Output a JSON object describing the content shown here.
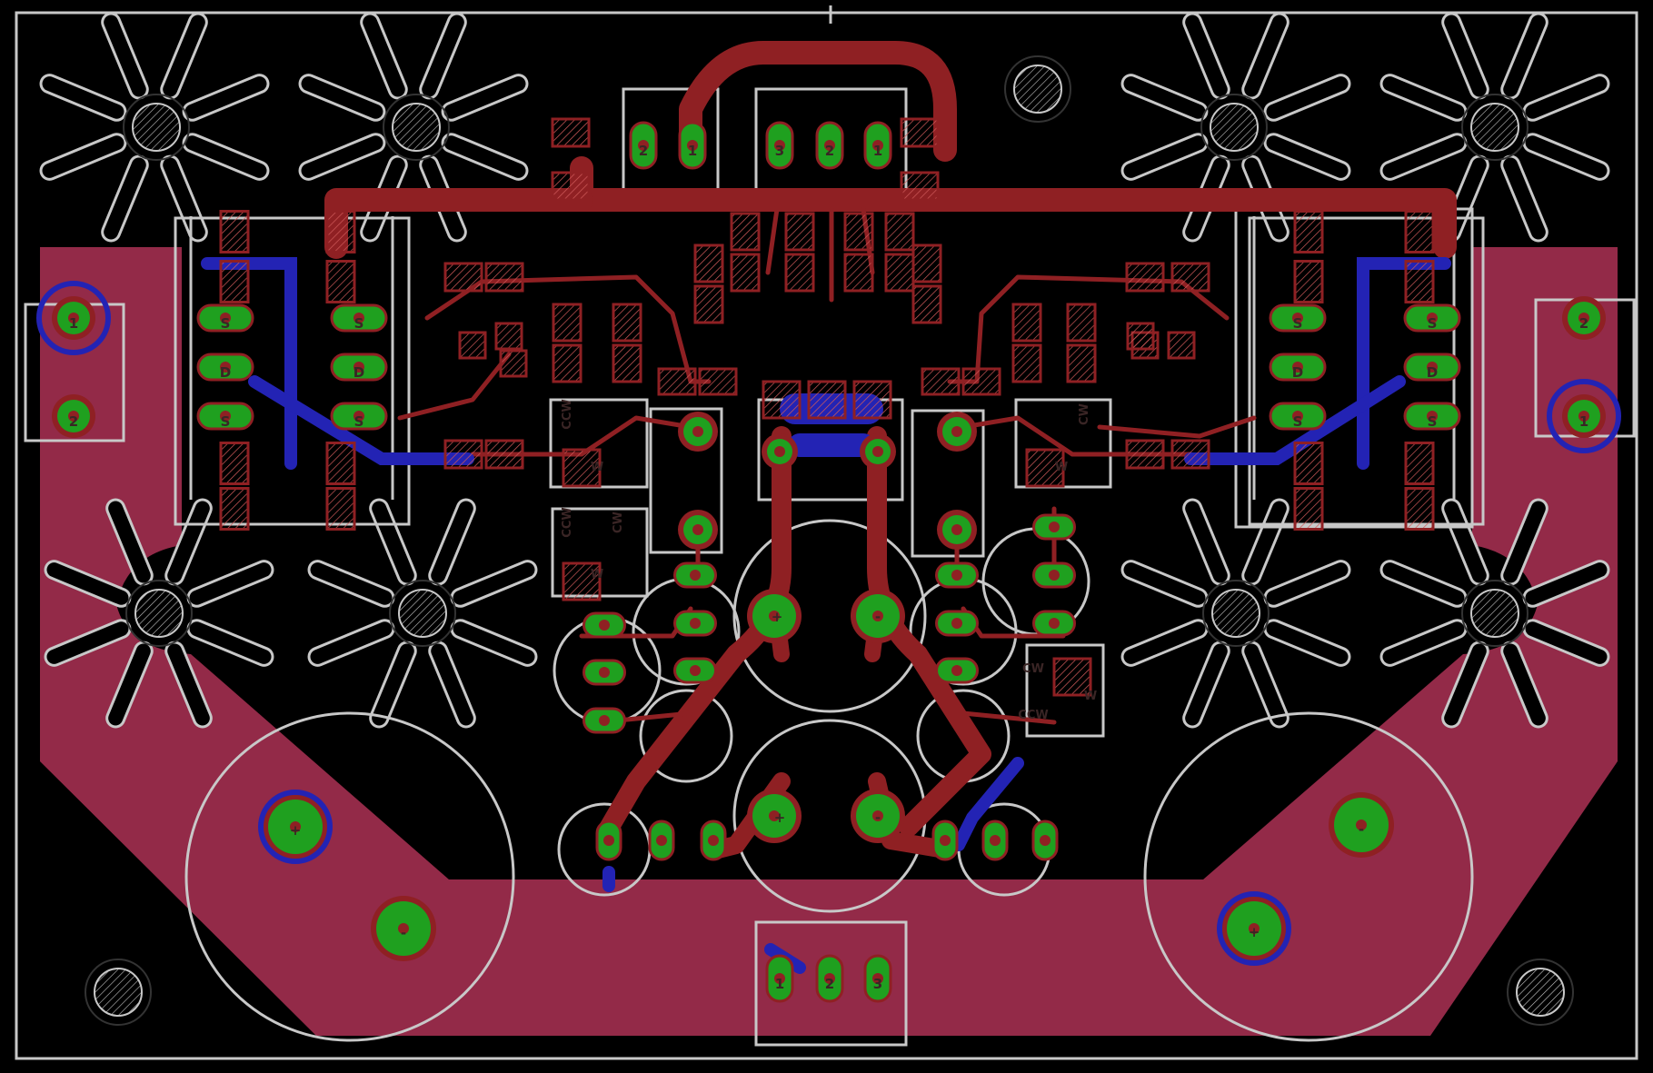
{
  "view": {
    "background": "#000000",
    "board_outline": "#c8c8c8",
    "top_copper": "#8f2023",
    "top_pour": "#932a48",
    "bottom_copper": "#2323b4",
    "pad": "#1fa01f",
    "silk": "#c8c8c8",
    "drill": "#c8c8c8"
  },
  "pins": {
    "one": "1",
    "two": "2",
    "three": "3",
    "plus": "+",
    "minus": "-"
  },
  "mosfet": {
    "s": "S",
    "d": "D"
  },
  "trimmer": {
    "cw": "CW",
    "ccw": "CCW",
    "w": "W"
  },
  "connectors": {
    "top_left": [
      "2",
      "1"
    ],
    "top_center": [
      "3",
      "2",
      "1"
    ],
    "bottom_center": [
      "1",
      "2",
      "3"
    ]
  }
}
